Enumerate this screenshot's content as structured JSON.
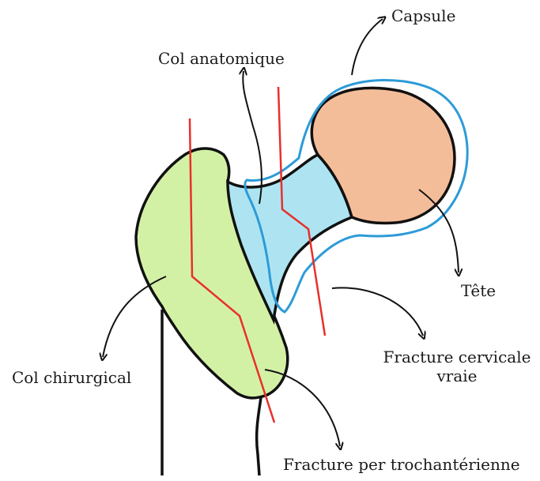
{
  "diagram": {
    "labels": {
      "capsule": "Capsule",
      "col_anatomique": "Col anatomique",
      "tete": "Tête",
      "col_chirurgical": "Col chirurgical",
      "fracture_cervicale_line1": "Fracture cervicale",
      "fracture_cervicale_line2": "vraie",
      "fracture_per_trochanterienne": "Fracture per trochantérienne"
    },
    "colors": {
      "head_fill": "#f4bd9a",
      "neck_fill": "#aee4f2",
      "shaft_fill": "#d3f1a5",
      "capsule_stroke": "#2d9bd8",
      "fracture_stroke": "#e8302b",
      "outline_stroke": "#111111"
    }
  }
}
